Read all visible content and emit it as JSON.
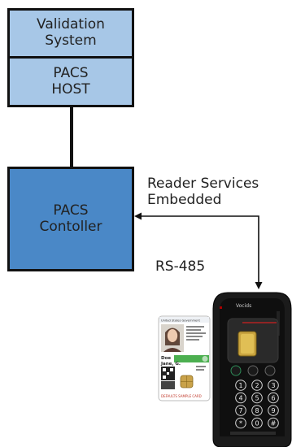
{
  "boxes": {
    "validation": {
      "line1": "Validation",
      "line2": "System",
      "fill": "#a7c7e7"
    },
    "host": {
      "line1": "PACS",
      "line2": "HOST",
      "fill": "#a7c7e7"
    },
    "controller": {
      "line1": "PACS",
      "line2": "Contoller",
      "fill": "#4a88c7"
    }
  },
  "labels": {
    "reader_services_line1": "Reader Services",
    "reader_services_line2": "Embedded",
    "protocol": "RS-485"
  },
  "card": {
    "header": "United States Government",
    "name_last": "Doe",
    "name_first": "Jane, G.",
    "footer": "DEFAULTS SAMPLE CARD"
  },
  "reader": {
    "brand": "Vocids",
    "keys": [
      "1",
      "2",
      "3",
      "4",
      "5",
      "6",
      "7",
      "8",
      "9",
      "*",
      "0",
      "#"
    ]
  }
}
